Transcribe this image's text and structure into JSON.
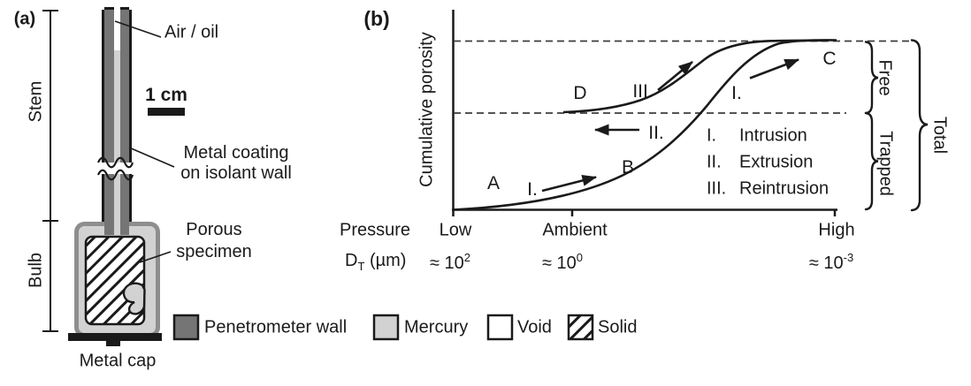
{
  "figure": {
    "panel_a": {
      "tag": "(a)",
      "stem_label": "Stem",
      "bulb_label": "Bulb",
      "air_oil_label": "Air / oil",
      "scale_bar_label": "1 cm",
      "coating_line1": "Metal coating",
      "coating_line2": "on isolant wall",
      "specimen_line1": "Porous",
      "specimen_line2": "specimen",
      "metal_cap_label": "Metal cap",
      "legend": [
        {
          "label": "Penetrometer wall",
          "swatch": "dark-gray"
        },
        {
          "label": "Mercury",
          "swatch": "light-gray"
        },
        {
          "label": "Void",
          "swatch": "white"
        },
        {
          "label": "Solid",
          "swatch": "hatched"
        }
      ]
    },
    "panel_b": {
      "tag": "(b)",
      "y_axis_label": "Cumulative porosity",
      "points": {
        "a": "A",
        "b": "B",
        "c": "C",
        "d": "D"
      },
      "arrow_labels": {
        "intrusion_lower": "I.",
        "extrusion": "II.",
        "reintrusion": "III.",
        "intrusion_upper": "I."
      },
      "legend": [
        {
          "numeral": "I.",
          "label": "Intrusion"
        },
        {
          "numeral": "II.",
          "label": "Extrusion"
        },
        {
          "numeral": "III.",
          "label": "Reintrusion"
        }
      ],
      "braces": {
        "free": "Free",
        "trapped": "Trapped",
        "total": "Total"
      },
      "pressure_row": {
        "label": "Pressure",
        "low": "Low",
        "ambient": "Ambient",
        "high": "High"
      },
      "dt_row": {
        "base": "D",
        "sub": "T",
        "unit": " (µm)"
      },
      "dt_ticks": [
        {
          "prefix": "≈ 10",
          "exp": "2"
        },
        {
          "prefix": "≈ 10",
          "exp": "0"
        },
        {
          "prefix": "≈ 10",
          "exp": "-3"
        }
      ]
    },
    "colors": {
      "penetrometer_wall": "#757575",
      "mercury": "#d2d2d2",
      "outline_black": "#1a1a1a",
      "bulb_border": "#8e8e8e",
      "dashed_line": "#3d3d3d",
      "void_fill": "#ffffff"
    }
  },
  "chart_data": {
    "type": "line",
    "title": "Mercury intrusion / extrusion / reintrusion hysteresis (qualitative)",
    "xlabel": "Pressure (Low → Ambient → High); throat diameter D_T(µm) ≈10² → ≈10⁰ → ≈10⁻³",
    "ylabel": "Cumulative porosity",
    "x_ticks": [
      "Low",
      "Ambient",
      "High"
    ],
    "grid": "two horizontal dashed reference levels",
    "legend_position": "inside lower right",
    "dashed_levels_norm": [
      0.575,
      1.0
    ],
    "regions": {
      "free": [
        0.575,
        1.0
      ],
      "trapped": [
        0.0,
        0.575
      ],
      "total": [
        0.0,
        1.0
      ]
    },
    "series": [
      {
        "name": "I. Intrusion (A → B → C)",
        "points_norm_x_y": [
          [
            0.0,
            0.0
          ],
          [
            0.2,
            0.05
          ],
          [
            0.44,
            0.2
          ],
          [
            0.55,
            0.33
          ],
          [
            0.66,
            0.57
          ],
          [
            0.75,
            0.78
          ],
          [
            0.85,
            0.95
          ],
          [
            0.93,
            1.0
          ],
          [
            1.0,
            1.0
          ]
        ]
      },
      {
        "name": "II. Extrusion / III. Reintrusion (C → D → C)",
        "points_norm_x_y": [
          [
            0.29,
            0.575
          ],
          [
            0.45,
            0.6
          ],
          [
            0.55,
            0.68
          ],
          [
            0.66,
            0.85
          ],
          [
            0.76,
            0.96
          ],
          [
            0.85,
            1.0
          ],
          [
            1.0,
            1.0
          ]
        ]
      }
    ],
    "annotations": [
      "A",
      "B",
      "C",
      "D",
      "I. Intrusion",
      "II. Extrusion",
      "III. Reintrusion",
      "Free",
      "Trapped",
      "Total"
    ]
  }
}
